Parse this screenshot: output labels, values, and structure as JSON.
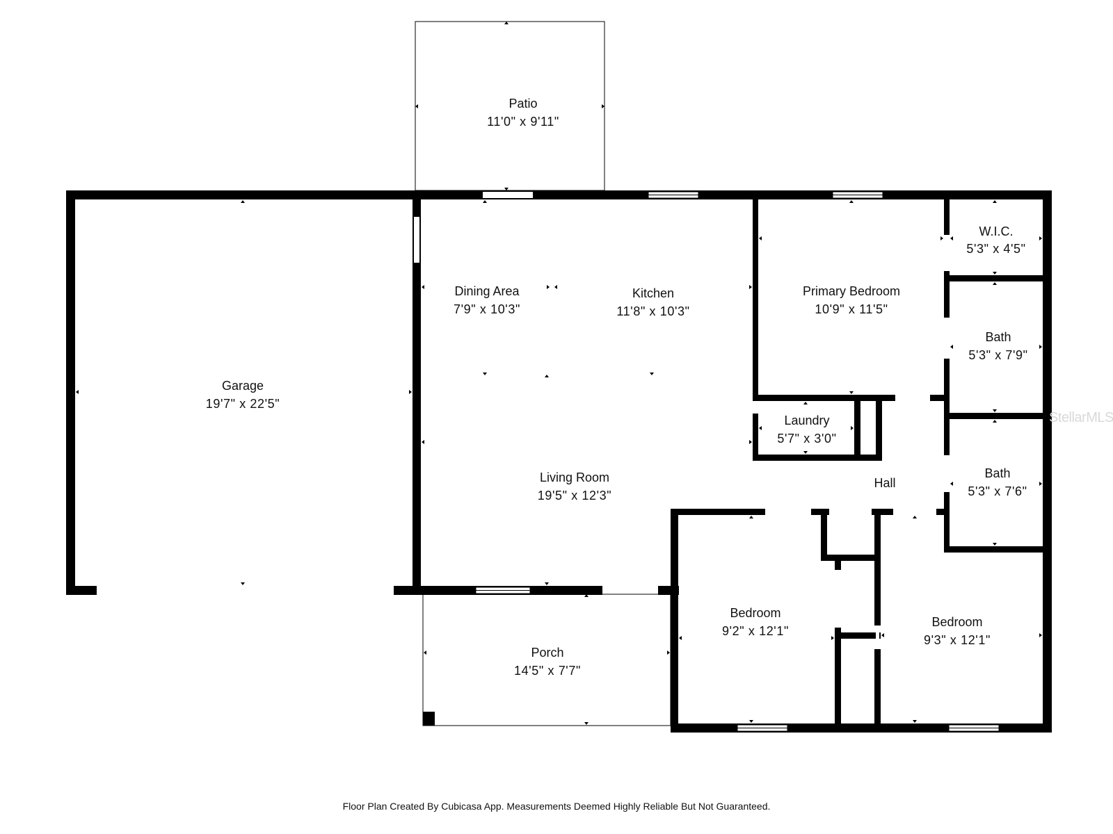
{
  "rooms": [
    {
      "id": "patio",
      "name": "Patio",
      "dims": "11'0\" x 9'11\""
    },
    {
      "id": "garage",
      "name": "Garage",
      "dims": "19'7\" x 22'5\""
    },
    {
      "id": "dining",
      "name": "Dining Area",
      "dims": "7'9\" x 10'3\""
    },
    {
      "id": "kitchen",
      "name": "Kitchen",
      "dims": "11'8\" x 10'3\""
    },
    {
      "id": "primary-bedroom",
      "name": "Primary Bedroom",
      "dims": "10'9\" x 11'5\""
    },
    {
      "id": "wic",
      "name": "W.I.C.",
      "dims": "5'3\" x 4'5\""
    },
    {
      "id": "bath1",
      "name": "Bath",
      "dims": "5'3\" x 7'9\""
    },
    {
      "id": "laundry",
      "name": "Laundry",
      "dims": "5'7\" x 3'0\""
    },
    {
      "id": "bath2",
      "name": "Bath",
      "dims": "5'3\" x 7'6\""
    },
    {
      "id": "living",
      "name": "Living Room",
      "dims": "19'5\" x 12'3\""
    },
    {
      "id": "hall",
      "name": "Hall",
      "dims": ""
    },
    {
      "id": "porch",
      "name": "Porch",
      "dims": "14'5\" x 7'7\""
    },
    {
      "id": "bedroom1",
      "name": "Bedroom",
      "dims": "9'2\" x 12'1\""
    },
    {
      "id": "bedroom2",
      "name": "Bedroom",
      "dims": "9'3\" x 12'1\""
    }
  ],
  "footer": "Floor Plan Created By Cubicasa App. Measurements Deemed Highly Reliable But Not Guaranteed.",
  "watermark": "StellarMLS",
  "colors": {
    "walls": "#000000",
    "background": "#ffffff",
    "watermark": "#d9d9d9"
  }
}
